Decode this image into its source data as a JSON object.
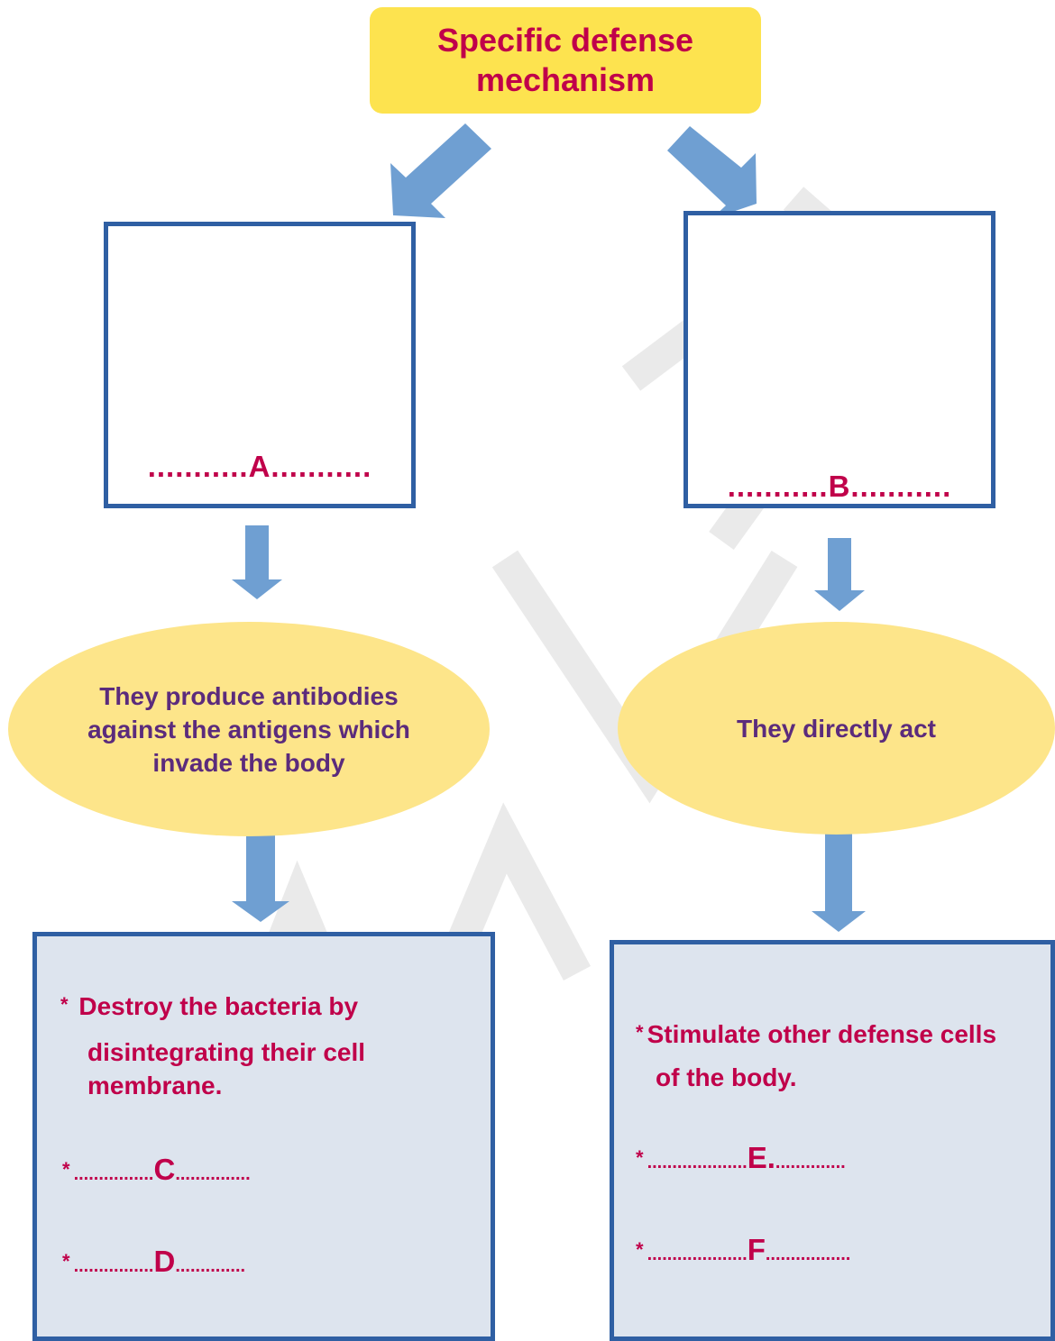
{
  "title": {
    "line1": "Specific defense",
    "line2": "mechanism"
  },
  "left": {
    "cell_label": "...........A...........",
    "oval_text": "They produce antibodies against the antigens which invade the body",
    "items": [
      {
        "star": "*",
        "text": " Destroy the bacteria by"
      },
      {
        "text": "disintegrating their cell"
      },
      {
        "text": "membrane."
      },
      {
        "star": "*",
        "dots_before": "................",
        "letter": "C",
        "dots_after": "..............."
      },
      {
        "star": "*",
        "dots_before": "................",
        "letter": "D",
        "dots_after": ".............."
      }
    ]
  },
  "right": {
    "cell_label": "...........B...........",
    "oval_text": "They directly act",
    "items": [
      {
        "star": "*",
        "text": "Stimulate other defense cells"
      },
      {
        "text": "of the body."
      },
      {
        "star": "*",
        "dots_before": "....................",
        "letter": "E.",
        "dots_after": ".............."
      },
      {
        "star": "*",
        "dots_before": "....................",
        "letter": "F",
        "dots_after": "................."
      }
    ]
  },
  "colors": {
    "title_bg": "#fde34f",
    "accent_text": "#c0004a",
    "oval_bg": "#fde58a",
    "oval_text": "#5b2b7c",
    "box_border": "#2f5fa3",
    "info_bg": "#dde4ee",
    "arrow": "#6f9fd2"
  }
}
